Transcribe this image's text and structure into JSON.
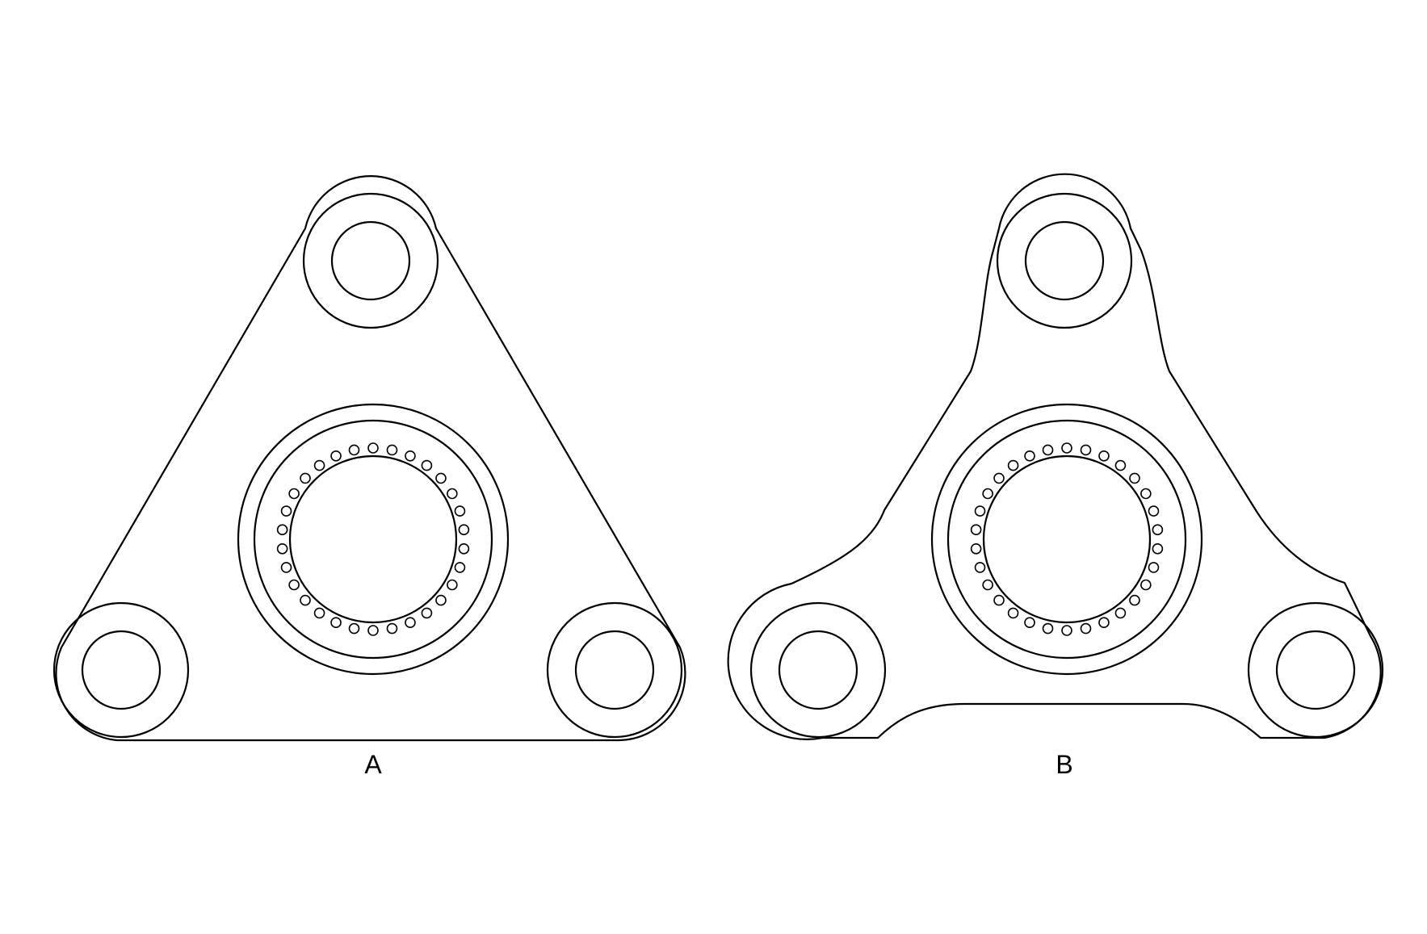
{
  "figure": {
    "panel_a": {
      "label": "A"
    },
    "panel_b": {
      "label": "B"
    }
  },
  "colors": {
    "line": "#000000",
    "background": "#ffffff"
  },
  "bearing_pin_count": 30
}
